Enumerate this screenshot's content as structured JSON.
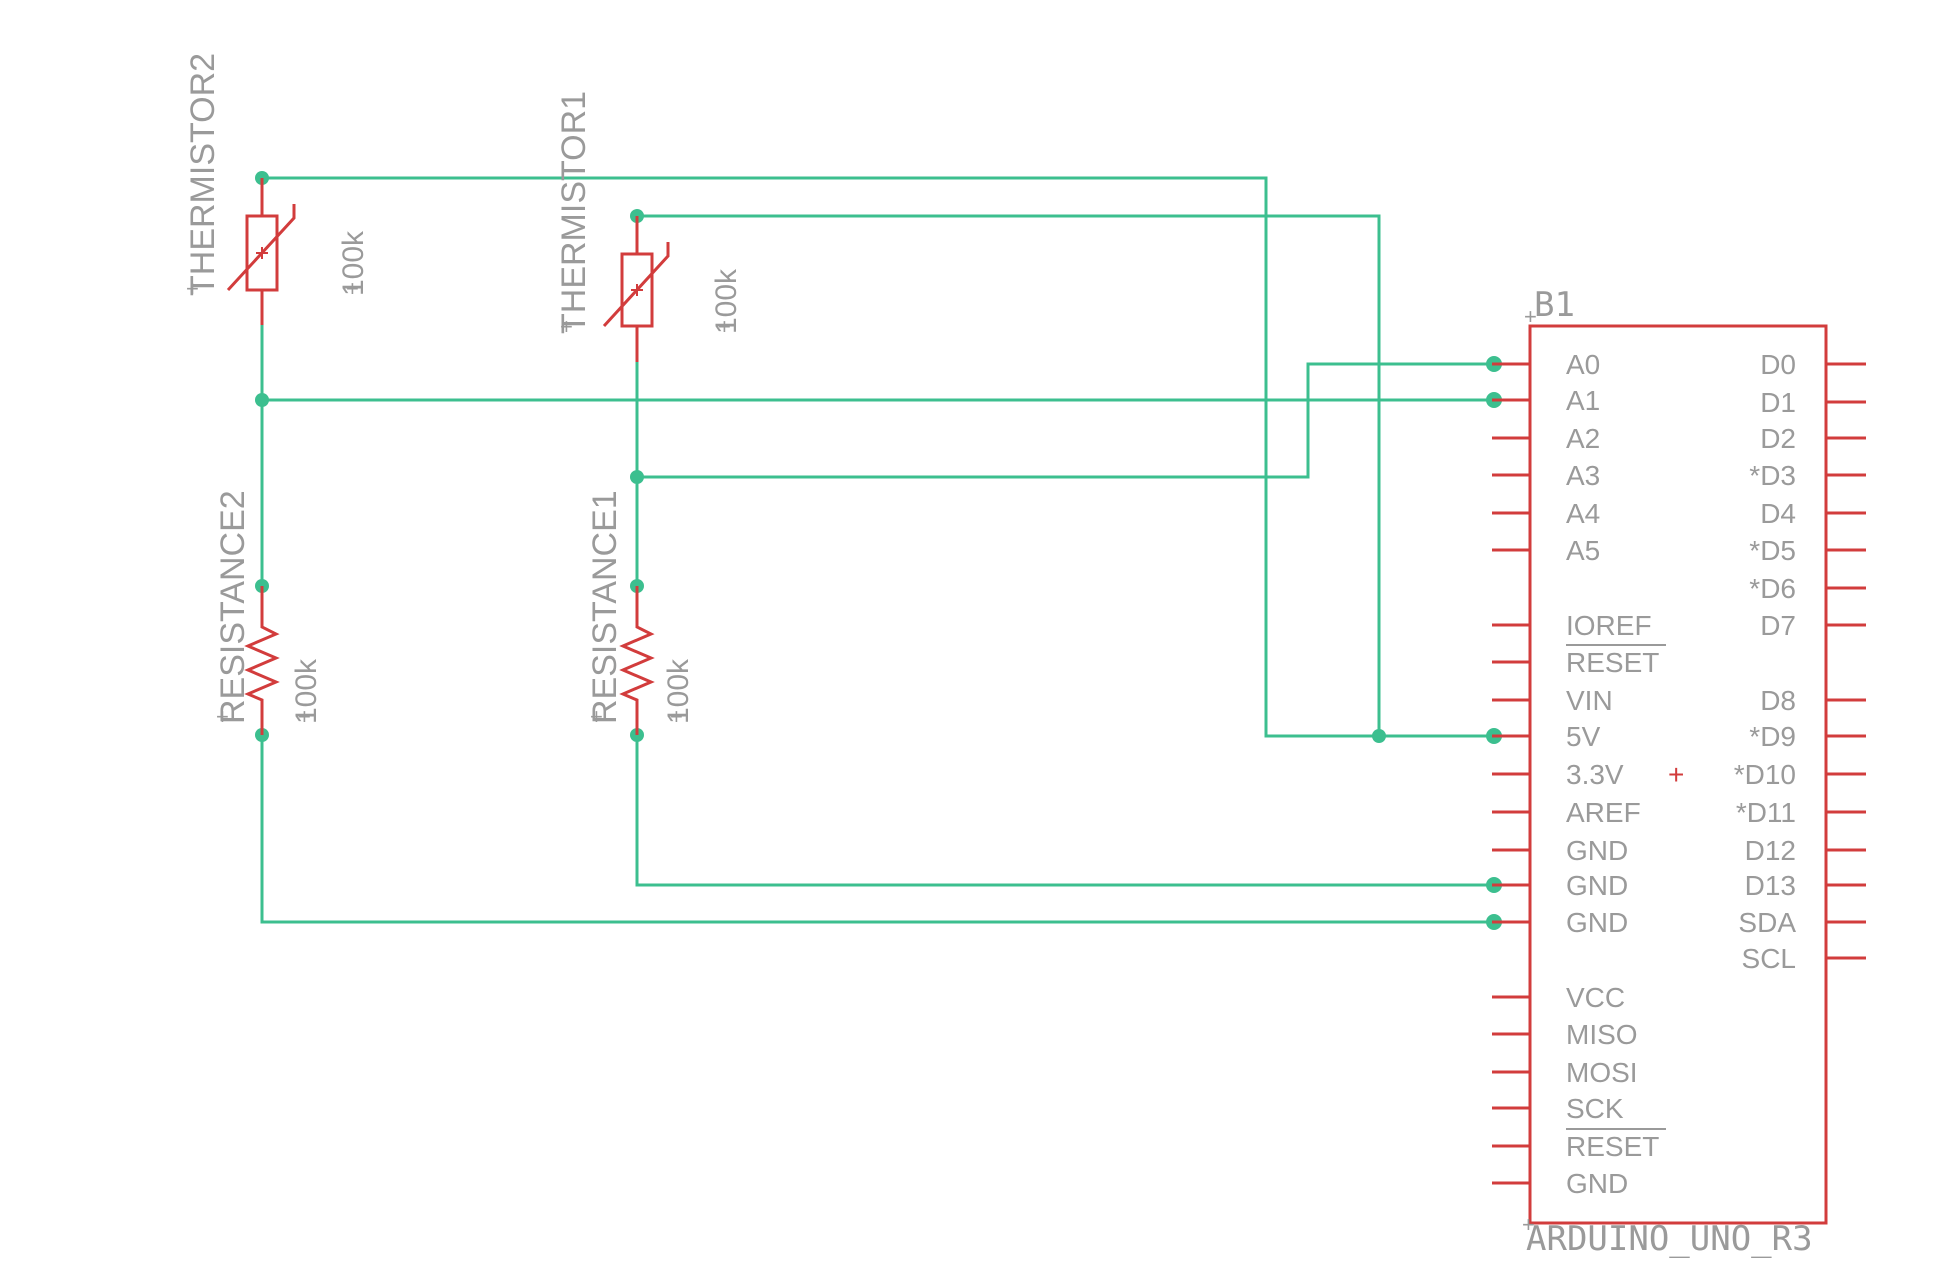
{
  "colors": {
    "wire": "#3cbf8f",
    "part": "#d23c3c",
    "label": "#9a9a9a"
  },
  "thermistor1": {
    "name": "THERMISTOR1",
    "value": "100k"
  },
  "thermistor2": {
    "name": "THERMISTOR2",
    "value": "100k"
  },
  "resistance1": {
    "name": "RESISTANCE1",
    "value": "100k"
  },
  "resistance2": {
    "name": "RESISTANCE2",
    "value": "100k"
  },
  "board": {
    "ref": "B1",
    "name": "ARDUINO_UNO_R3",
    "left_pins": [
      "A0",
      "A1",
      "A2",
      "A3",
      "A4",
      "A5",
      "IOREF",
      "RESET",
      "VIN",
      "5V",
      "3.3V",
      "AREF",
      "GND",
      "GND",
      "GND",
      "VCC",
      "MISO",
      "MOSI",
      "SCK",
      "RESET",
      "GND"
    ],
    "right_pins": [
      "D0",
      "D1",
      "D2",
      "*D3",
      "D4",
      "*D5",
      "*D6",
      "D7",
      "D8",
      "*D9",
      "*D10",
      "*D11",
      "D12",
      "D13",
      "SDA",
      "SCL"
    ]
  }
}
